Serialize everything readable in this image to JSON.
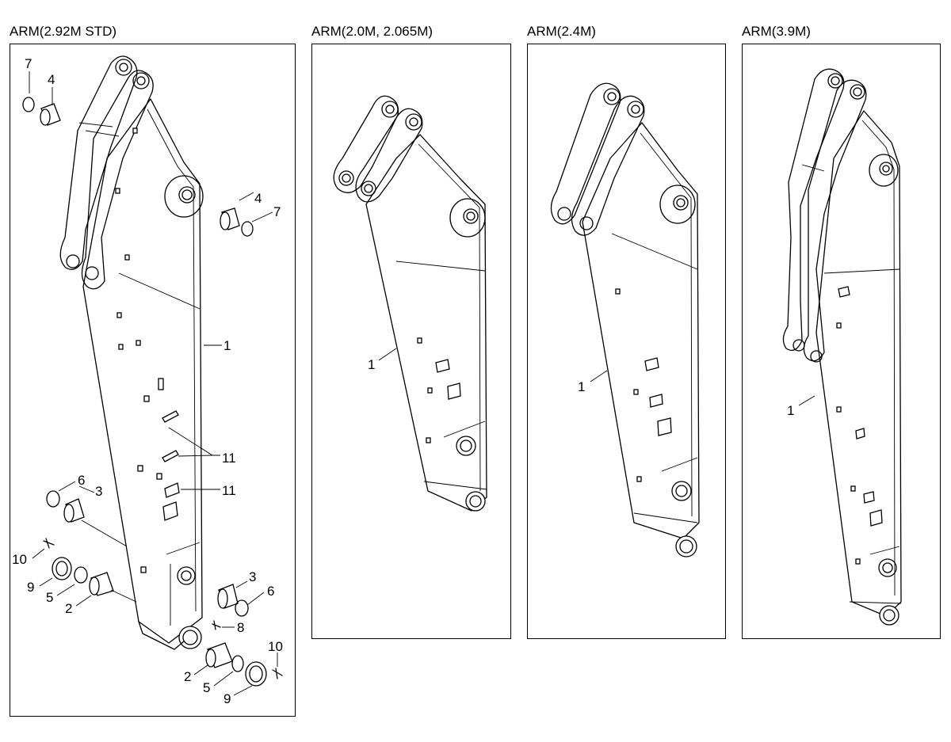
{
  "panels": [
    {
      "title": "ARM(2.92M STD)"
    },
    {
      "title": "ARM(2.0M, 2.065M)"
    },
    {
      "title": "ARM(2.4M)"
    },
    {
      "title": "ARM(3.9M)"
    }
  ],
  "callouts": {
    "arm": "1",
    "pin_long": "2",
    "bushing_lower": "3",
    "bushing_upper": "4",
    "shim": "5",
    "ring_lower": "6",
    "ring_upper": "7",
    "fitting": "8",
    "plate": "9",
    "bolt": "10",
    "pad": "11"
  }
}
